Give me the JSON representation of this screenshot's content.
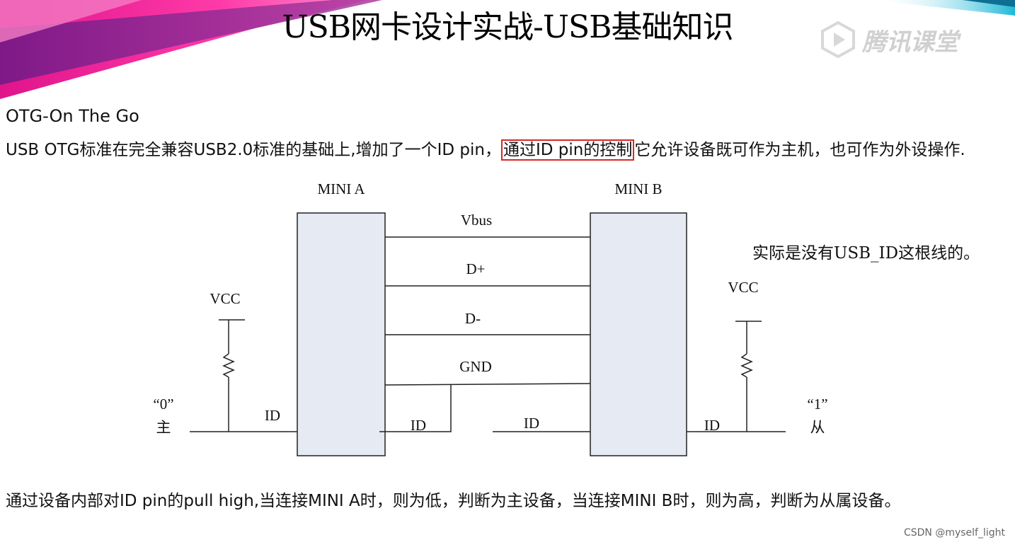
{
  "header": {
    "title": "USB网卡设计实战-USB基础知识",
    "logo_text": "腾讯课堂",
    "logo_icon": "play-icon",
    "colors": {
      "magenta": "#e0148c",
      "purple": "#7a1f8c",
      "pink": "#ff5fb4",
      "cyan": "#1fb8d8"
    }
  },
  "content": {
    "subheading": "OTG-On The Go",
    "para1_before": "USB OTG标准在完全兼容USB2.0标准的基础上,增加了一个ID pin，",
    "para1_highlight": "通过ID pin的控制",
    "para1_after": "它允许设备既可作为主机，也可作为外设操作.",
    "highlight_color": "#d62828",
    "note": "实际是没有USB_ID这根线的。",
    "para2": "通过设备内部对ID pin的pull high,当连接MINI A时，则为低，判断为主设备，当连接MINI B时，则为高，判断为从属设备。"
  },
  "diagram": {
    "mini_a_label": "MINI A",
    "mini_b_label": "MINI B",
    "signals": [
      "Vbus",
      "D+",
      "D-",
      "GND"
    ],
    "vcc_left": "VCC",
    "vcc_right": "VCC",
    "id_labels": [
      "ID",
      "ID",
      "ID",
      "ID"
    ],
    "left_value": "“0”",
    "left_role": "主",
    "right_value": "“1”",
    "right_role": "从"
  },
  "footer": {
    "watermark": "CSDN @myself_light"
  }
}
